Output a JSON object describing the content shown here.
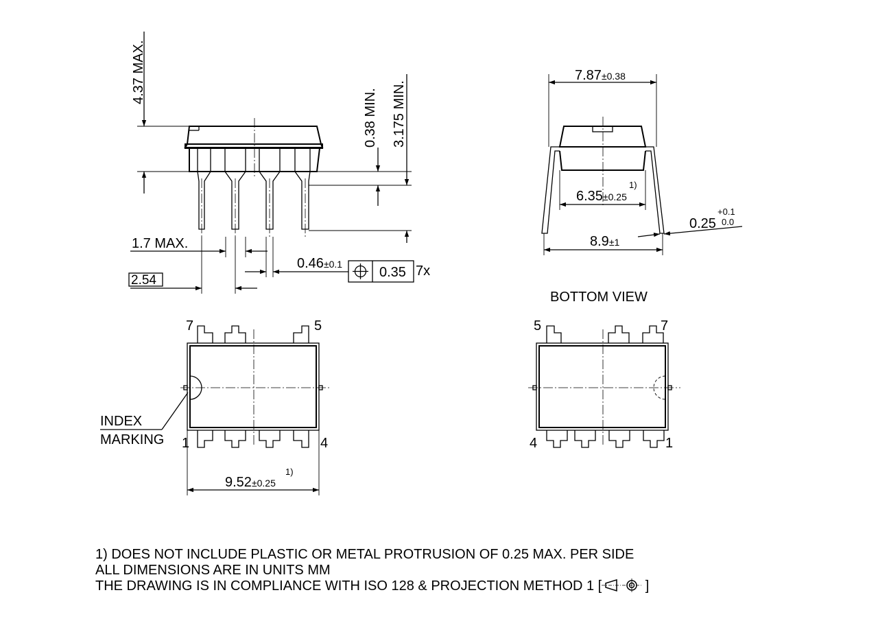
{
  "dims": {
    "height_max": "4.37 MAX.",
    "standoff_min": "0.38 MIN.",
    "lead_len_min": "3.175 MIN.",
    "shoulder_max": "1.7 MAX.",
    "pitch": "2.54",
    "lead_width": "0.46",
    "lead_width_tol": "±0.1",
    "position_tol": "0.35",
    "position_count": "7x",
    "body_width": "7.87",
    "body_width_tol": "±0.38",
    "row_spacing": "6.35",
    "row_spacing_tol": "±0.25",
    "row_spacing_note": "1)",
    "lead_span": "8.9",
    "lead_span_tol": "±1",
    "lead_thickness": "0.25",
    "lead_thickness_tol_plus": "+0.1",
    "lead_thickness_tol_minus": "0.0",
    "body_length": "9.52",
    "body_length_tol": "±0.25",
    "body_length_note": "1)"
  },
  "labels": {
    "bottom_view": "BOTTOM VIEW",
    "index": "INDEX",
    "marking": "MARKING"
  },
  "pins_top": {
    "tl": "7",
    "tr": "5",
    "bl": "1",
    "br": "4"
  },
  "pins_bottom": {
    "tl": "5",
    "tr": "7",
    "bl": "4",
    "br": "1"
  },
  "notes": {
    "line1": "1) DOES NOT INCLUDE PLASTIC OR METAL PROTRUSION OF 0.25 MAX. PER SIDE",
    "line2": "ALL DIMENSIONS ARE IN UNITS MM",
    "line3_prefix": "THE DRAWING IS IN COMPLIANCE WITH ISO 128 & PROJECTION METHOD 1 [",
    "line3_suffix": " ]"
  }
}
